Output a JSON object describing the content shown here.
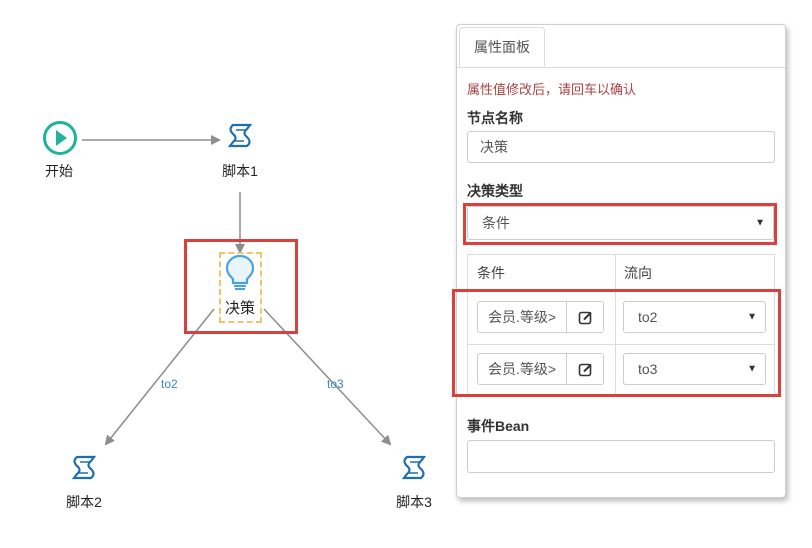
{
  "flow": {
    "nodes": {
      "start": {
        "label": "开始",
        "icon": "play-circle-icon"
      },
      "script1": {
        "label": "脚本1",
        "icon": "script-icon"
      },
      "decision": {
        "label": "决策",
        "icon": "lightbulb-icon"
      },
      "script2": {
        "label": "脚本2",
        "icon": "script-icon"
      },
      "script3": {
        "label": "脚本3",
        "icon": "script-icon"
      }
    },
    "edges": {
      "to2": "to2",
      "to3": "to3"
    }
  },
  "panel": {
    "tab_label": "属性面板",
    "hint": "属性值修改后，请回车以确认",
    "node_name_label": "节点名称",
    "node_name_value": "决策",
    "decision_type_label": "决策类型",
    "decision_type_value": "条件",
    "table": {
      "headers": [
        "条件",
        "流向"
      ],
      "rows": [
        {
          "condition": "会员.等级>",
          "flow": "to2"
        },
        {
          "condition": "会员.等级>",
          "flow": "to3"
        }
      ]
    },
    "event_bean_label": "事件Bean",
    "event_bean_value": ""
  },
  "colors": {
    "accent_teal": "#1fb39b",
    "script_blue": "#1e6fae",
    "bulb_blue": "#4aa3e0",
    "highlight_red": "#d9413d",
    "edge_label_blue": "#3a87c8"
  }
}
